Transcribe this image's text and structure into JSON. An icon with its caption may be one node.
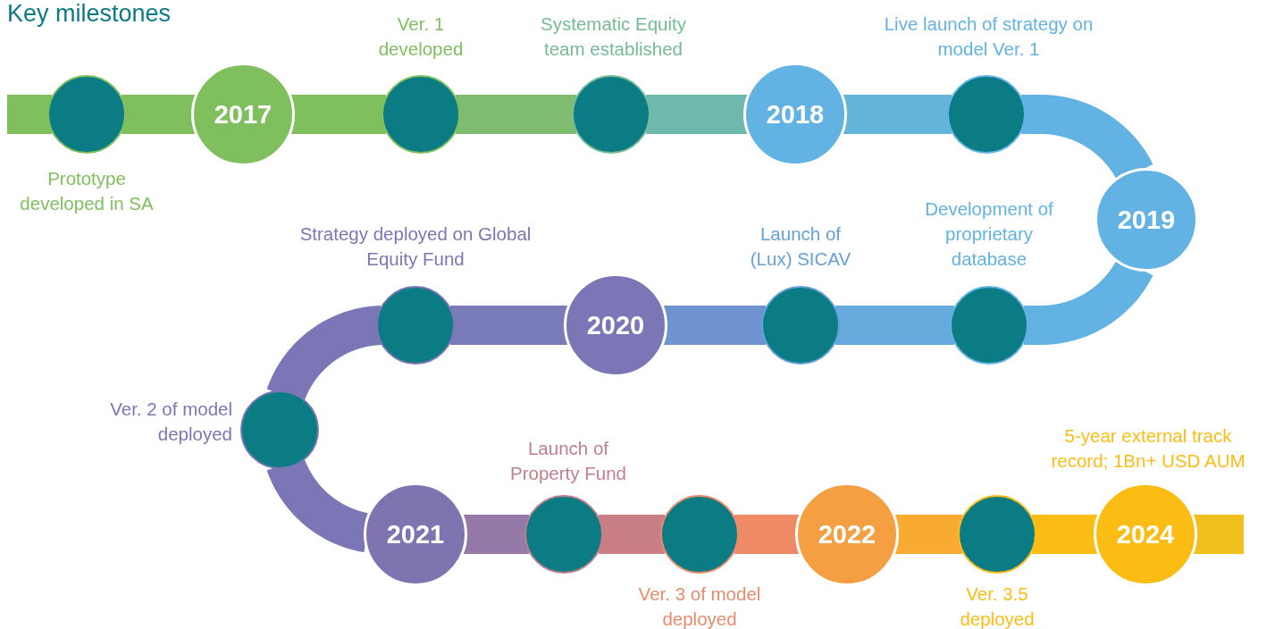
{
  "diagram": {
    "title": "Key milestones",
    "nodes": [
      {
        "text": [],
        "shape": "circle",
        "beside": [
          "Prototype developed in SA"
        ]
      },
      {
        "text": [
          "2017"
        ]
      },
      {
        "text": [],
        "shape": "circle",
        "beside": [
          "Ver. 1 developed"
        ]
      },
      {
        "text": [],
        "shape": "circle",
        "beside": [
          "Systematic Equity team established"
        ]
      },
      {
        "text": [
          "2018"
        ]
      },
      {
        "text": [],
        "shape": "circle",
        "beside": [
          "Live launch of strategy on model Ver. 1"
        ]
      },
      {
        "text": [
          "2019"
        ]
      },
      {
        "text": [],
        "shape": "circle",
        "beside": [
          "Development of proprietary database"
        ]
      },
      {
        "text": [],
        "shape": "circle",
        "beside": [
          "Launch of (Lux) SICAV"
        ]
      },
      {
        "text": [
          "2020"
        ]
      },
      {
        "text": [],
        "shape": "circle",
        "beside": [
          "Strategy deployed on Global Equity  Fund"
        ]
      },
      {
        "text": [],
        "shape": "circle",
        "beside": [
          "Ver. 2 of model deployed"
        ]
      },
      {
        "text": [
          "2021"
        ]
      },
      {
        "text": [],
        "shape": "circle",
        "beside": [
          "Launch of Property Fund"
        ]
      },
      {
        "text": [],
        "shape": "circle",
        "beside": [
          "Ver. 3 of model deployed"
        ]
      },
      {
        "text": [
          "2022"
        ]
      },
      {
        "text": [],
        "shape": "circle",
        "beside": [
          "Ver. 3.5 deployed"
        ]
      },
      {
        "text": [
          "2024"
        ],
        "beside": [
          "5-year external track record; 1Bn+ USD AUM"
        ]
      }
    ],
    "edges": [
      {
        "from": null,
        "to": 0,
        "arrow": "none",
        "color": "#7fbf5e"
      },
      {
        "from": 0,
        "to": 1,
        "arrow": "none",
        "color": "#7fbf5e"
      },
      {
        "from": 1,
        "to": 2,
        "arrow": "none",
        "color": "#7fbf5e"
      },
      {
        "from": 2,
        "to": 3,
        "arrow": "none",
        "color": "#80bd70"
      },
      {
        "from": 3,
        "to": 4,
        "arrow": "none",
        "color": "#6fb8ad"
      },
      {
        "from": 4,
        "to": 5,
        "arrow": "none",
        "color": "#64b4d8"
      },
      {
        "from": 5,
        "to": 6,
        "arrow": "none",
        "color": "#62b3e4"
      },
      {
        "from": 6,
        "to": 7,
        "arrow": "none",
        "color": "#62b3e4"
      },
      {
        "from": 7,
        "to": 8,
        "arrow": "none",
        "color": "#66aade"
      },
      {
        "from": 8,
        "to": 9,
        "arrow": "none",
        "color": "#6f93cf"
      },
      {
        "from": 9,
        "to": 10,
        "arrow": "none",
        "color": "#7a7cba"
      },
      {
        "from": 10,
        "to": 11,
        "arrow": "none",
        "color": "#7b76b5"
      },
      {
        "from": 11,
        "to": 12,
        "arrow": "none",
        "color": "#7b76b5"
      },
      {
        "from": 12,
        "to": 13,
        "arrow": "none",
        "color": "#9579a9"
      },
      {
        "from": 13,
        "to": 14,
        "arrow": "none",
        "color": "#c97e86"
      },
      {
        "from": 14,
        "to": 15,
        "arrow": "none",
        "color": "#ee8a66"
      },
      {
        "from": 15,
        "to": 16,
        "arrow": "none",
        "color": "#f9aa30"
      },
      {
        "from": 16,
        "to": 17,
        "arrow": "none",
        "color": "#fbbd14"
      },
      {
        "from": 17,
        "to": null,
        "arrow": "none",
        "color": "#f2c01e"
      }
    ]
  }
}
